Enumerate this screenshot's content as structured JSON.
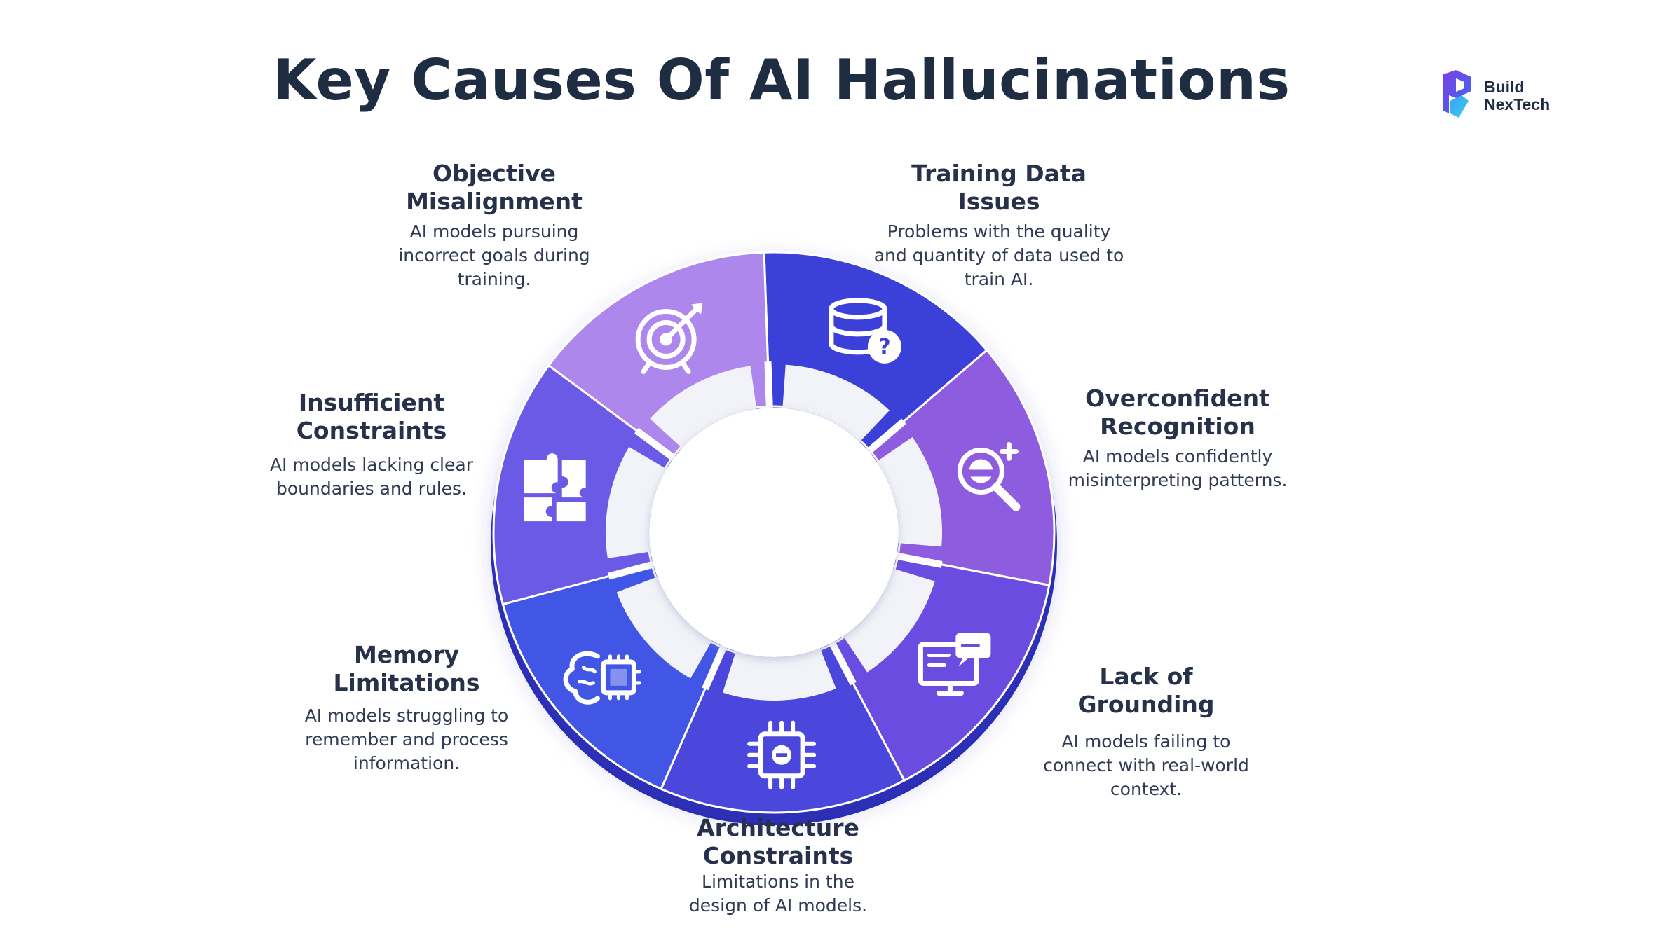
{
  "title": "Key Causes Of AI Hallucinations",
  "logo": {
    "line1": "Build",
    "line2": "NexTech"
  },
  "causes": [
    {
      "icon": "database-question-icon",
      "title": "Training Data Issues",
      "desc": "Problems with the quality and quantity of data used to train AI.",
      "color": "#3b3fd8"
    },
    {
      "icon": "magnifier-plus-icon",
      "title": "Overconfident Recognition",
      "desc": "AI models confidently misinterpreting patterns.",
      "color": "#8e5bdf"
    },
    {
      "icon": "monitor-chat-icon",
      "title": "Lack of Grounding",
      "desc": "AI models failing to connect with real-world context.",
      "color": "#6a4ee0"
    },
    {
      "icon": "chip-icon",
      "title": "Architecture Constraints",
      "desc": "Limitations in the design of AI models.",
      "color": "#4c46dc"
    },
    {
      "icon": "brain-chip-icon",
      "title": "Memory Limitations",
      "desc": "AI models struggling to remember and process information.",
      "color": "#4356e6"
    },
    {
      "icon": "puzzle-icon",
      "title": "Insufficient Constraints",
      "desc": "AI models lacking clear boundaries and rules.",
      "color": "#6a5ae6"
    },
    {
      "icon": "target-arrow-icon",
      "title": "Objective Misalignment",
      "desc": "AI models pursuing incorrect goals during training.",
      "color": "#ae87ec"
    }
  ]
}
